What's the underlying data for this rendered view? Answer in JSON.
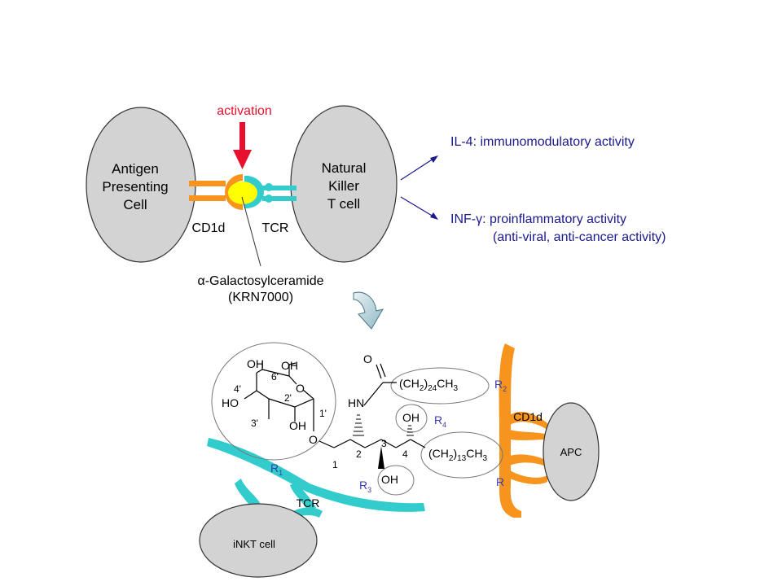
{
  "top": {
    "activation_label": "activation",
    "apc_label": [
      "Antigen",
      "Presenting",
      "Cell"
    ],
    "nkt_label": [
      "Natural",
      "Killer",
      "T cell"
    ],
    "cd1d_label": "CD1d",
    "tcr_label": "TCR",
    "ligand_label_line1": "α-Galactosylceramide",
    "ligand_label_line2": "(KRN7000)",
    "il4_text": "IL-4: immunomodulatory activity",
    "infg_text": "INF-γ: proinflammatory activity",
    "infg_text2": "(anti-viral, anti-cancer activity)"
  },
  "bottom": {
    "cd1d_label": "CD1d",
    "apc_label": "APC",
    "tcr_label": "TCR",
    "inkt_label": "iNKT cell",
    "ring_labels": {
      "oh6": "OH",
      "oh4": "OH",
      "c6": "6'",
      "c4": "4'",
      "c2": "2'",
      "ho3": "HO",
      "c3": "3'",
      "oh2": "OH",
      "c1": "1'",
      "o_ring": "O",
      "o_link": "O"
    },
    "chain_labels": {
      "carbonyl_o": "O",
      "hn": "HN",
      "n1": "1",
      "n2": "2",
      "n3": "3",
      "n4": "4",
      "oh_r4": "OH",
      "oh_r3": "OH"
    },
    "acyl_chain": {
      "prefix": "(CH",
      "sub1": "2",
      "mid": ")",
      "sub2": "24",
      "suffix": "CH",
      "sub3": "3"
    },
    "sph_chain": {
      "prefix": "(CH",
      "sub1": "2",
      "mid": ")",
      "sub2": "13",
      "suffix": "CH",
      "sub3": "3"
    },
    "r_labels": {
      "r1": "R",
      "r1_sub": "1",
      "r2": "R",
      "r2_sub": "2",
      "r3": "R",
      "r3_sub": "3",
      "r4": "R",
      "r4_sub": "4",
      "r": "R"
    }
  },
  "colors": {
    "cell_fill": "#d3d3d3",
    "cd1d_orange": "#f7941d",
    "tcr_cyan": "#33cccc",
    "ligand_yellow": "#ffff00",
    "activation_red": "#e8112d",
    "text_blue": "#1a1a8c",
    "r_label_blue": "#3a3aa8",
    "curved_arrow_fill": "#a7c9d3"
  }
}
